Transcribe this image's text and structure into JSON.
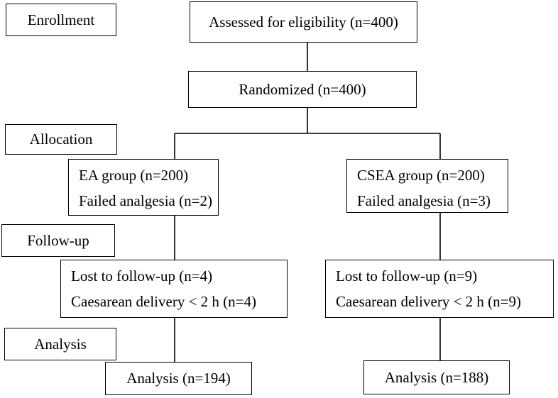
{
  "stages": {
    "enrollment": "Enrollment",
    "allocation": "Allocation",
    "follow_up": "Follow-up",
    "analysis": "Analysis"
  },
  "assessed": "Assessed for eligibility (n=400)",
  "randomized": "Randomized (n=400)",
  "ea_group": {
    "title": "EA group (n=200)",
    "failed": "Failed analgesia (n=2)",
    "lost": "Lost to follow-up (n=4)",
    "caesarean": "Caesarean delivery < 2 h (n=4)",
    "analysis": "Analysis (n=194)"
  },
  "csea_group": {
    "title": "CSEA group (n=200)",
    "failed": "Failed analgesia (n=3)",
    "lost": "Lost to follow-up (n=9)",
    "caesarean": "Caesarean delivery < 2 h (n=9)",
    "analysis": "Analysis (n=188)"
  },
  "colors": {
    "line": "#000000",
    "background": "#ffffff"
  }
}
